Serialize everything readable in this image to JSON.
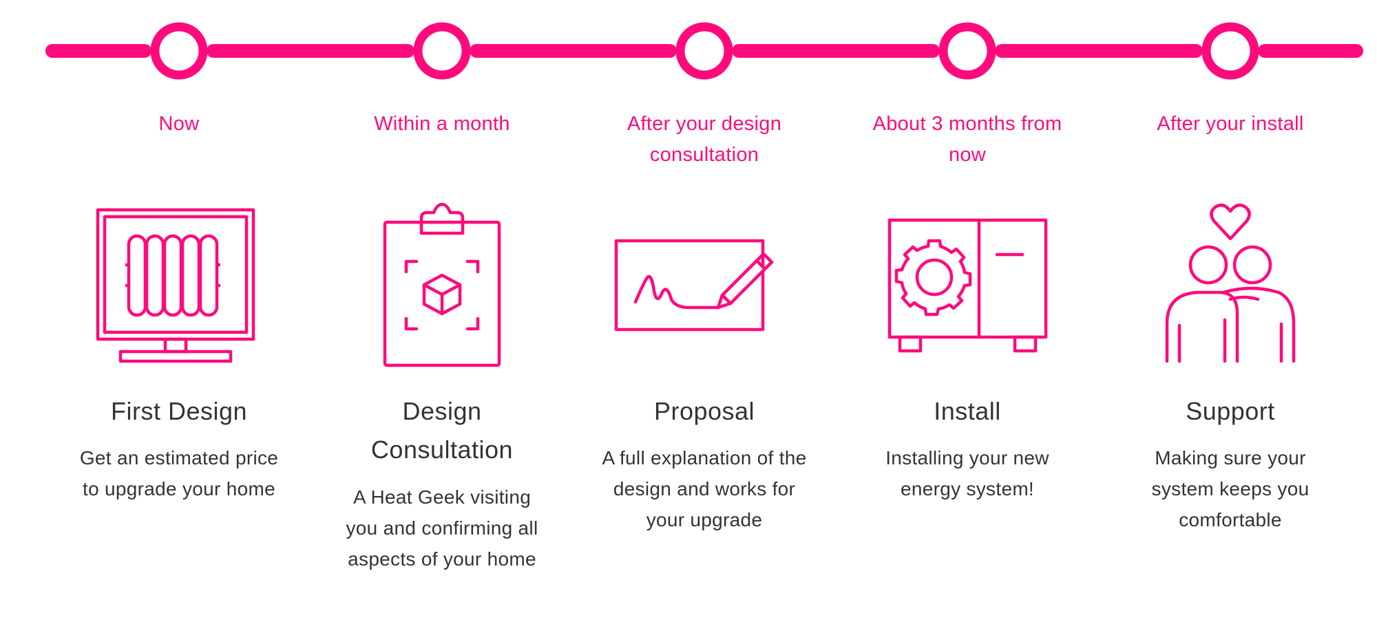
{
  "accent_color": "#ff0a7c",
  "text_color": "#333333",
  "steps": [
    {
      "when": "Now",
      "icon": "radiator-screen-icon",
      "title": "First Design",
      "description": "Get an estimated price to upgrade your home"
    },
    {
      "when": "Within a month",
      "icon": "clipboard-cube-icon",
      "title": "Design Consultation",
      "description": "A Heat Geek visiting you and confirming all aspects of your home"
    },
    {
      "when": "After your design consultation",
      "icon": "signature-pen-icon",
      "title": "Proposal",
      "description": "A full explanation of the design and works for your upgrade"
    },
    {
      "when": "About 3 months from now",
      "icon": "heat-pump-gear-icon",
      "title": "Install",
      "description": "Installing your new energy system!"
    },
    {
      "when": "After your install",
      "icon": "couple-heart-icon",
      "title": "Support",
      "description": "Making sure your system keeps you comfortable"
    }
  ]
}
